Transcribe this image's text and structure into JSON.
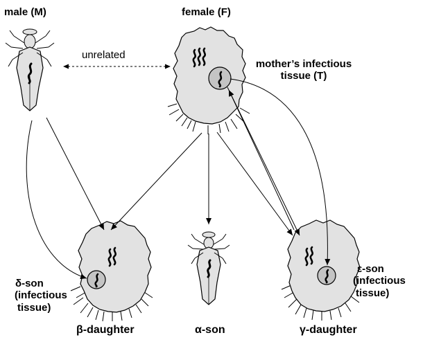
{
  "labels": {
    "male": "male (M)",
    "female": "female (F)",
    "unrelated": "unrelated",
    "mother_tissue_line1": "mother’s infectious",
    "mother_tissue_line2": "tissue (T)",
    "alpha_son": "α-son",
    "beta_daughter": "β-daughter",
    "gamma_daughter": "γ-daughter",
    "delta_son_line1": "δ-son",
    "delta_son_line2": "(infectious",
    "delta_son_line3": "tissue)",
    "epsilon_son_line1": "ε-son",
    "epsilon_son_line2": "(infectious",
    "epsilon_son_line3": "tissue)"
  },
  "colors": {
    "body_fill": "#e2e2e2",
    "tissue_fill": "#c4c4c4",
    "stroke": "#000000"
  },
  "icons": {
    "male": "fly-icon",
    "female": "egg-cell-icon",
    "bacteria": "bacteria-icon",
    "tissue": "infectious-tissue-icon"
  }
}
